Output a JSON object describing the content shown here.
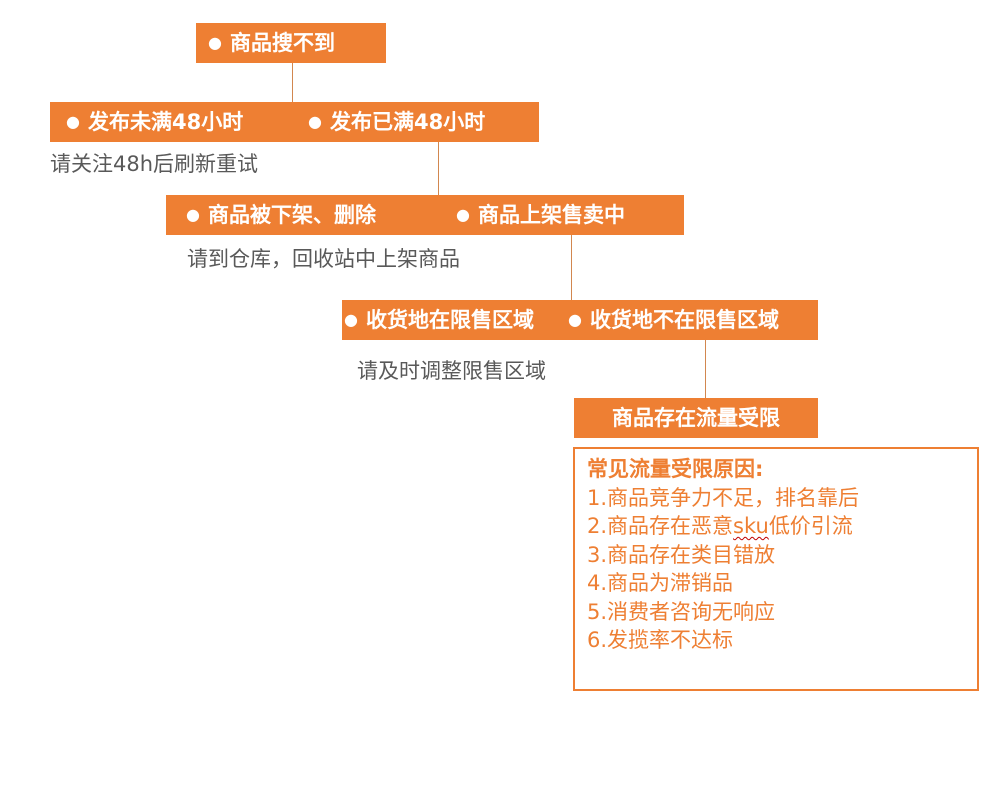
{
  "nodes": {
    "root": "商品搜不到",
    "level1": {
      "left": "发布未满48小时",
      "right": "发布已满48小时"
    },
    "level2": {
      "left": "商品被下架、删除",
      "right": "商品上架售卖中"
    },
    "level3": {
      "left": "收货地在限售区域",
      "right": "收货地不在限售区域"
    },
    "level4": "商品存在流量受限"
  },
  "notes": {
    "level1": "请关注48h后刷新重试",
    "level2": "请到仓库，回收站中上架商品",
    "level3": "请及时调整限售区域"
  },
  "reasons": {
    "title": "常见流量受限原因:",
    "items": [
      "1.商品竞争力不足，排名靠后",
      "2.商品存在恶意",
      "sku",
      "低价引流",
      "3.商品存在类目错放",
      "4.商品为滞销品",
      "5.消费者咨询无响应",
      "6.发揽率不达标"
    ]
  },
  "colors": {
    "accent": "#ee7f33",
    "note_text": "#595959",
    "background": "#ffffff"
  }
}
